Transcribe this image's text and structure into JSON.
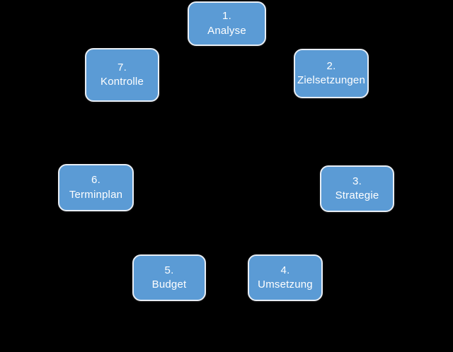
{
  "diagram": {
    "type": "circular-process",
    "background_color": "#000000",
    "node_fill_color": "#5B9BD5",
    "node_border_color": "#E8EEF5",
    "node_text_color": "#FFFFFF",
    "node_count": 7,
    "nodes": [
      {
        "id": "node-1",
        "number": "1.",
        "label": "Analyse"
      },
      {
        "id": "node-2",
        "number": "2.",
        "label": "Zielsetzungen"
      },
      {
        "id": "node-3",
        "number": "3.",
        "label": "Strategie"
      },
      {
        "id": "node-4",
        "number": "4.",
        "label": "Umsetzung"
      },
      {
        "id": "node-5",
        "number": "5.",
        "label": "Budget"
      },
      {
        "id": "node-6",
        "number": "6.",
        "label": "Terminplan"
      },
      {
        "id": "node-7",
        "number": "7.",
        "label": "Kontrolle"
      }
    ]
  }
}
